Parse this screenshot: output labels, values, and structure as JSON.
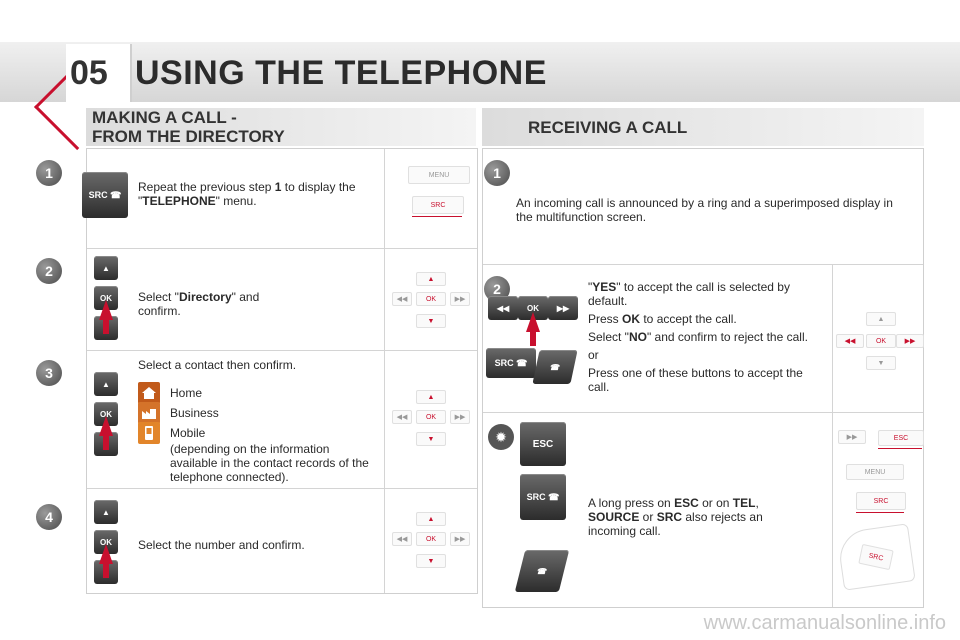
{
  "header": {
    "chapter": "05",
    "title": "USING THE TELEPHONE"
  },
  "left_section": {
    "title_line1": "MAKING A CALL -",
    "title_line2": "FROM THE DIRECTORY",
    "steps": [
      {
        "num": "1",
        "text_a": "Repeat the previous step ",
        "text_b": "1",
        "text_c": " to display the \"",
        "text_d": "TELEPHONE",
        "text_e": "\" menu."
      },
      {
        "num": "2",
        "text_a": "Select \"",
        "text_b": "Directory",
        "text_c": "\" and confirm."
      },
      {
        "num": "3",
        "text": "Select a contact then confirm.",
        "options": [
          "Home",
          "Business",
          "Mobile"
        ],
        "note": "(depending on the information available in the contact records of the telephone connected)."
      },
      {
        "num": "4",
        "text": "Select the number and confirm."
      }
    ]
  },
  "right_section": {
    "title": "RECEIVING A CALL",
    "steps": [
      {
        "num": "1",
        "text": "An incoming call is announced by a ring and a superimposed display in the multifunction screen."
      },
      {
        "num": "2",
        "p1_a": "\"",
        "p1_b": "YES",
        "p1_c": "\" to accept the call is selected by default.",
        "p2_a": "Press ",
        "p2_b": "OK",
        "p2_c": " to accept the call.",
        "p3_a": "Select \"",
        "p3_b": "NO",
        "p3_c": "\" and confirm to reject the call.",
        "p4": "or",
        "p5": "Press one of these buttons to accept the call."
      },
      {
        "t_a": "A long press on ",
        "t_b": "ESC",
        "t_c": " or on ",
        "t_d": "TEL",
        "t_e": ", ",
        "t_f": "SOURCE",
        "t_g": " or ",
        "t_h": "SRC",
        "t_i": " also rejects an incoming call."
      }
    ]
  },
  "buttons": {
    "src": "SRC",
    "ok": "OK",
    "esc": "ESC",
    "menu": "MENU",
    "up": "▲",
    "down": "▼",
    "prev": "◀◀",
    "next": "▶▶"
  },
  "footer": {
    "url": "www.carmanualsonline.info"
  },
  "colors": {
    "accent": "#c8102e",
    "panel_border": "#cfcfcf",
    "header_band": "#d6d6d6"
  }
}
